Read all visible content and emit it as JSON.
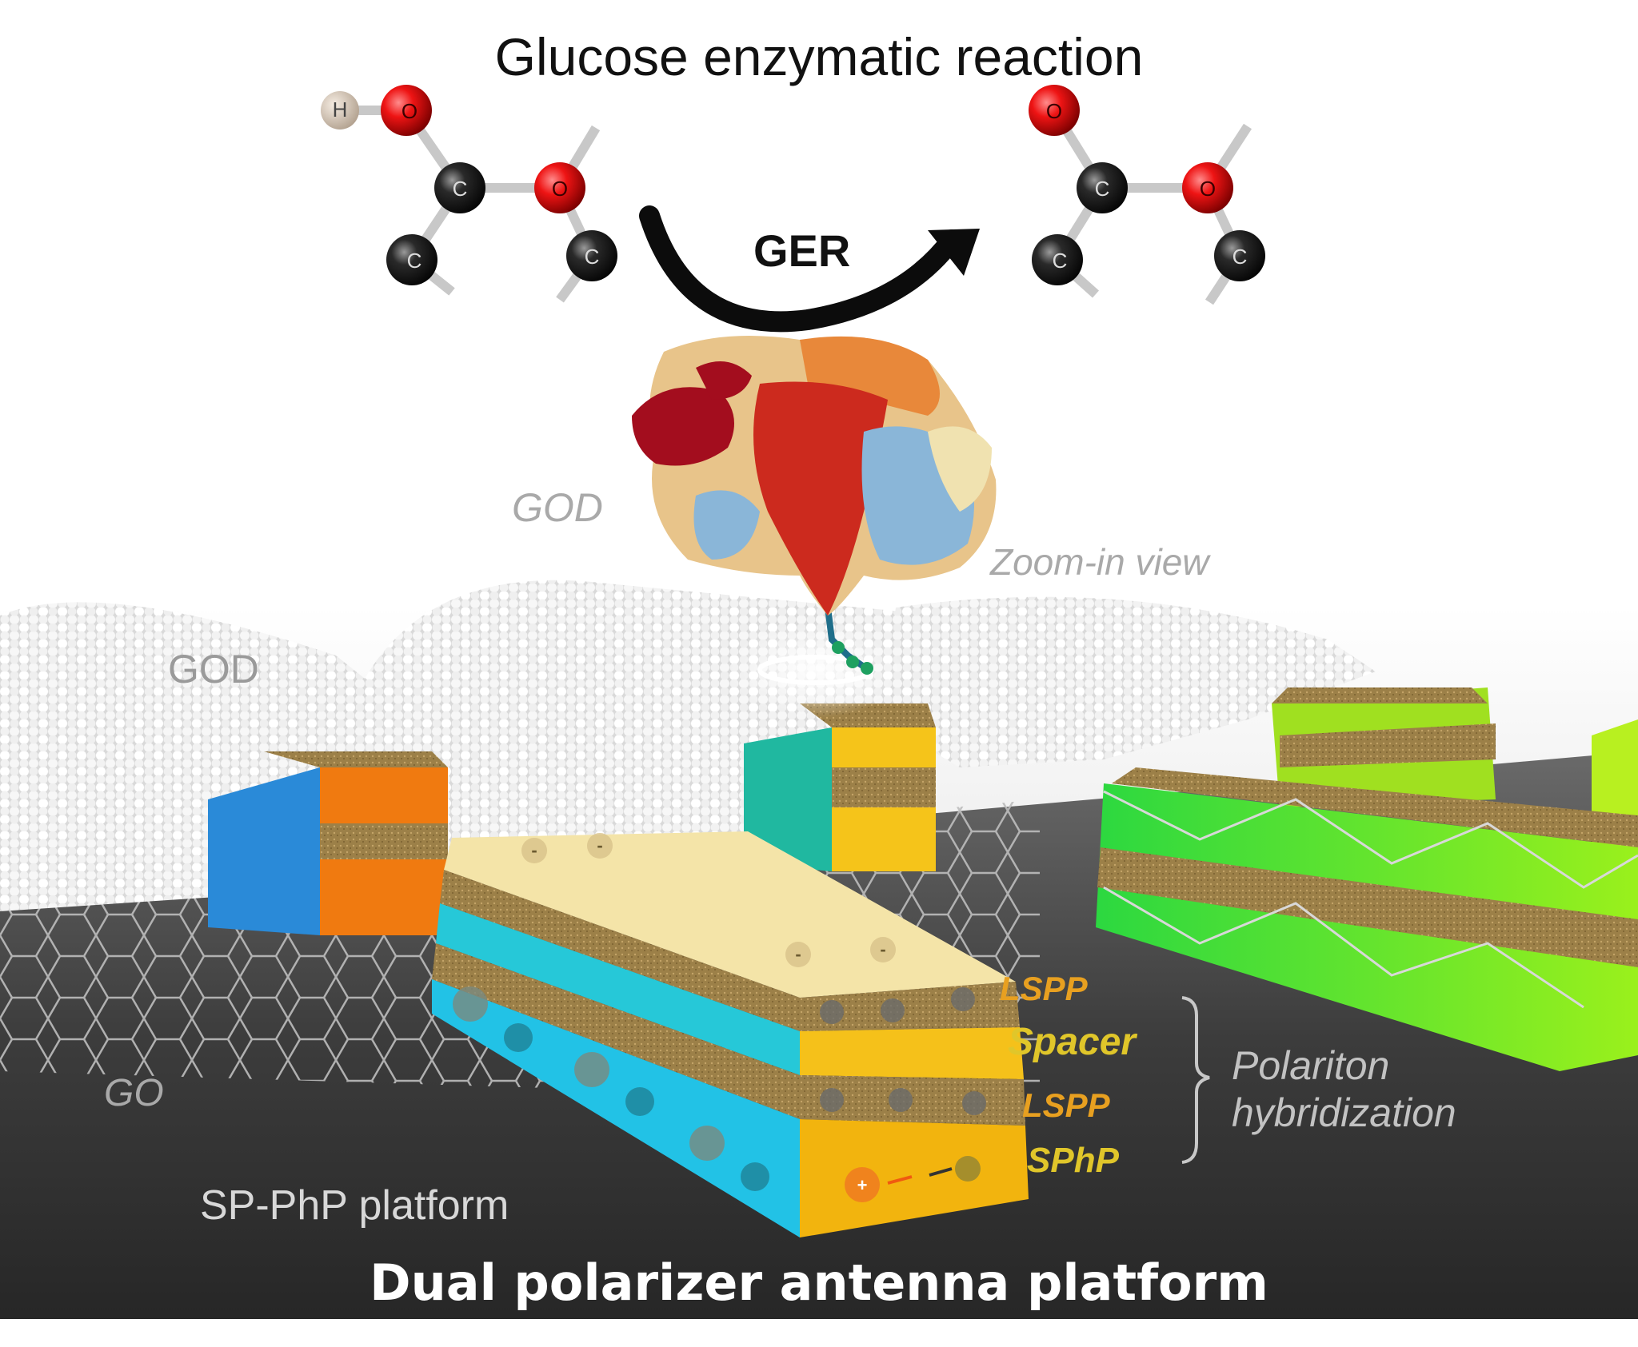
{
  "figure": {
    "title": "Glucose enzymatic reaction",
    "reaction_label": "GER",
    "enzyme_label": "GOD",
    "zoom_label": "Zoom-in view",
    "layer_label": "GOD",
    "substrate_label": "GO",
    "platform_label": "SP-PhP platform",
    "bottom_title": "Dual polarizer antenna platform",
    "layer_labels": {
      "lspp_top": "LSPP",
      "spacer": "Spacer",
      "lspp_bottom": "LSPP",
      "sphp": "SPhP"
    },
    "bracket_label_line1": "Polariton",
    "bracket_label_line2": "hybridization"
  },
  "molecule_left": {
    "atoms": [
      "H",
      "O",
      "C",
      "O",
      "C",
      "C"
    ]
  },
  "molecule_right": {
    "atoms": [
      "O",
      "C",
      "O",
      "C",
      "C"
    ]
  },
  "charges": {
    "negative": "-",
    "positive": "+"
  },
  "colors": {
    "oxygen": "#e01010",
    "carbon": "#1a1a1a",
    "hydrogen": "#d8c8b8",
    "substrate": "#2e2e2e",
    "orange_block": "#f07a10",
    "cyan_block": "#22c4e0",
    "gold_layer": "#f2b10c",
    "gold_texture": "#9c8048",
    "green_block": "#38e040",
    "cream_top": "#f4e4a8",
    "lspp_text": "#e8a020",
    "spacer_text": "#e0c62a"
  }
}
